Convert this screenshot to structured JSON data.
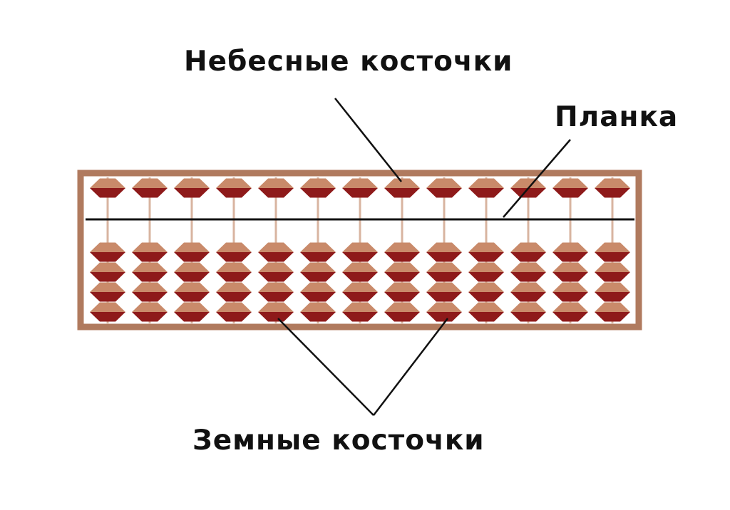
{
  "labels": {
    "heaven_beads": "Небесные косточки",
    "bar": "Планка",
    "earth_beads": "Земные косточки"
  },
  "abacus": {
    "rods": 13,
    "heaven_beads_per_rod": 1,
    "earth_beads_per_rod": 4
  },
  "colors": {
    "frame": "#b07a5e",
    "bead_light": "#c98a6a",
    "bead_dark": "#8e1a1a",
    "rod": "#d8b4a0",
    "bar": "#111111",
    "pointer": "#111111"
  }
}
